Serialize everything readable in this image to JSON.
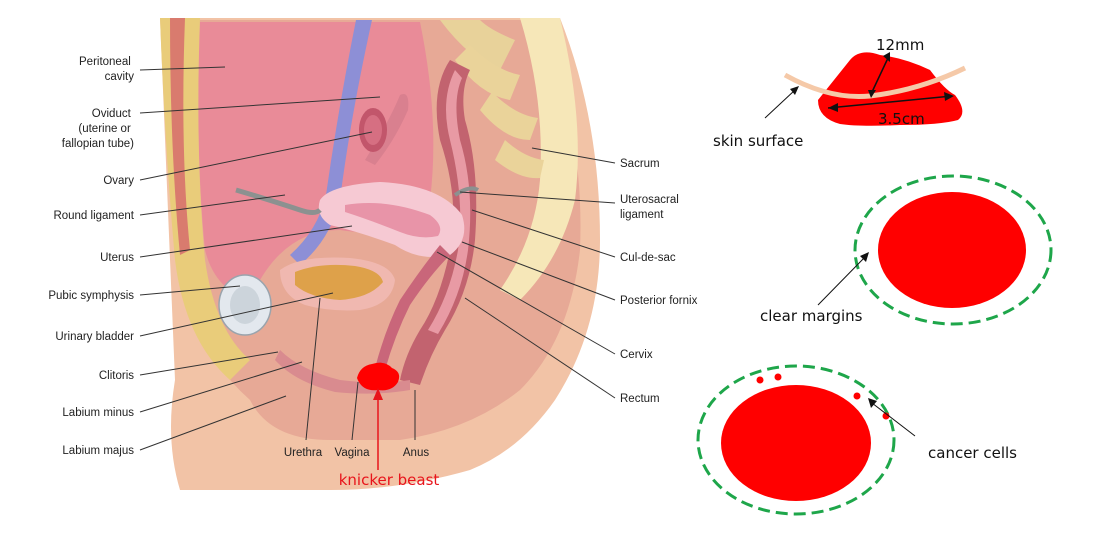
{
  "anatomy": {
    "left_labels": [
      {
        "id": "peritoneal-cavity",
        "lines": [
          "Peritoneal",
          "cavity"
        ]
      },
      {
        "id": "oviduct",
        "lines": [
          "Oviduct",
          "(uterine or",
          "fallopian tube)"
        ]
      },
      {
        "id": "ovary",
        "lines": [
          "Ovary"
        ]
      },
      {
        "id": "round-ligament",
        "lines": [
          "Round ligament"
        ]
      },
      {
        "id": "uterus",
        "lines": [
          "Uterus"
        ]
      },
      {
        "id": "pubic-symphysis",
        "lines": [
          "Pubic symphysis"
        ]
      },
      {
        "id": "urinary-bladder",
        "lines": [
          "Urinary bladder"
        ]
      },
      {
        "id": "clitoris",
        "lines": [
          "Clitoris"
        ]
      },
      {
        "id": "labium-minus",
        "lines": [
          "Labium minus"
        ]
      },
      {
        "id": "labium-majus",
        "lines": [
          "Labium majus"
        ]
      }
    ],
    "right_labels": [
      {
        "id": "sacrum",
        "lines": [
          "Sacrum"
        ]
      },
      {
        "id": "uterosacral-ligament",
        "lines": [
          "Uterosacral",
          "ligament"
        ]
      },
      {
        "id": "cul-de-sac",
        "lines": [
          "Cul-de-sac"
        ]
      },
      {
        "id": "posterior-fornix",
        "lines": [
          "Posterior fornix"
        ]
      },
      {
        "id": "cervix",
        "lines": [
          "Cervix"
        ]
      },
      {
        "id": "rectum",
        "lines": [
          "Rectum"
        ]
      }
    ],
    "bottom_labels": [
      {
        "id": "urethra",
        "lines": [
          "Urethra"
        ]
      },
      {
        "id": "vagina",
        "lines": [
          "Vagina"
        ]
      },
      {
        "id": "anus",
        "lines": [
          "Anus"
        ]
      }
    ],
    "lesion_label": "knicker beast"
  },
  "annotations": {
    "depth_label": "12mm",
    "width_label": "3.5cm",
    "skin_label": "skin surface",
    "clear_label": "clear margins",
    "cancer_label": "cancer cells"
  },
  "colors": {
    "tumor_red": "#ff0000",
    "margin_green": "#1ea64a",
    "skin_line": "#f5c9a8",
    "accent_red": "#e8141b"
  }
}
